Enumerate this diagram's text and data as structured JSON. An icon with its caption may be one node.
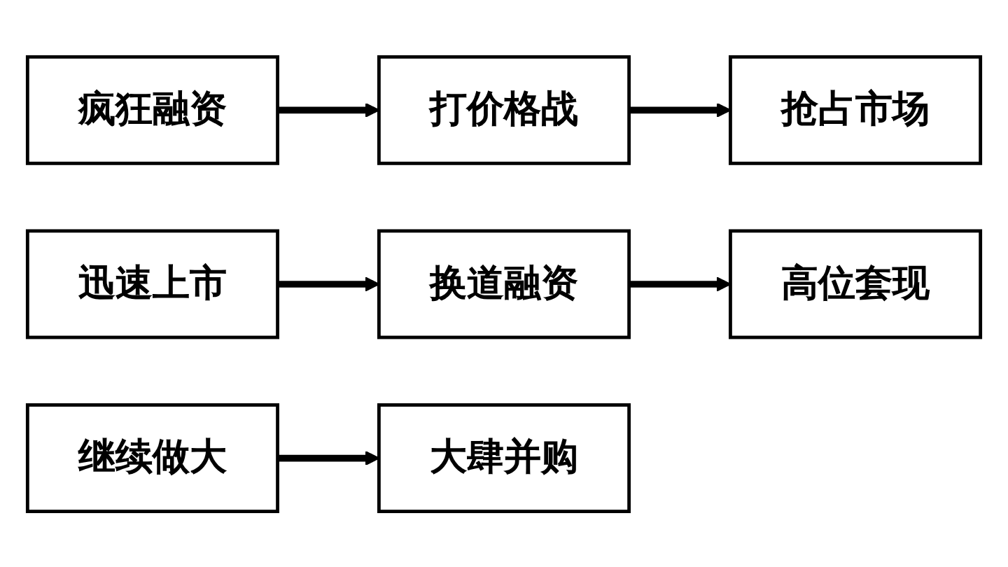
{
  "diagram": {
    "nodes": [
      {
        "text": [
          "疯狂融资"
        ]
      },
      {
        "text": [
          "打价格战"
        ]
      },
      {
        "text": [
          "抢占市场"
        ]
      },
      {
        "text": [
          "迅速上市"
        ]
      },
      {
        "text": [
          "换道融资"
        ]
      },
      {
        "text": [
          "高位套现"
        ]
      },
      {
        "text": [
          "继续做大"
        ]
      },
      {
        "text": [
          "大肆并购"
        ]
      }
    ],
    "edges": [
      {
        "from": 0,
        "to": 1,
        "arrow": "to"
      },
      {
        "from": 1,
        "to": 2,
        "arrow": "to"
      },
      {
        "from": 3,
        "to": 4,
        "arrow": "to"
      },
      {
        "from": 4,
        "to": 5,
        "arrow": "to"
      },
      {
        "from": 6,
        "to": 7,
        "arrow": "to"
      }
    ]
  }
}
